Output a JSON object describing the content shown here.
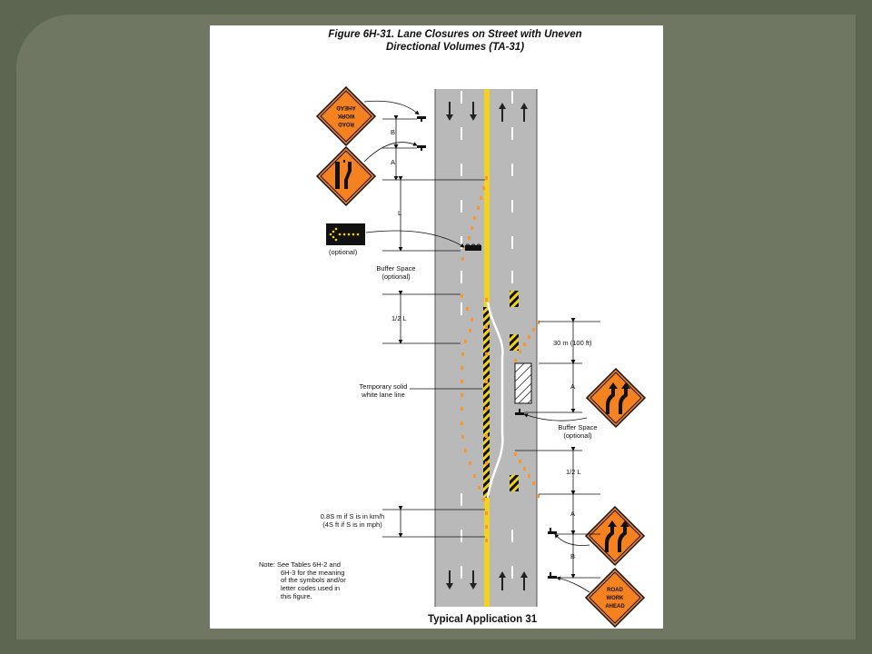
{
  "figure": {
    "title_line1": "Figure 6H-31.  Lane Closures on Street with Uneven",
    "title_line2": "Directional Volumes (TA-31)",
    "caption": "Typical Application 31"
  },
  "signs": {
    "road_work_ahead": [
      "ROAD",
      "WORK",
      "AHEAD"
    ]
  },
  "labels": {
    "optional_panel": "(optional)",
    "buffer_left_1": "Buffer Space",
    "buffer_left_2": "(optional)",
    "half_l": "1/2 L",
    "temp_line_1": "Temporary solid",
    "temp_line_2": "white lane line",
    "speed_1": "0.8S m if S is in km/h",
    "speed_2": "(4S ft if S is in mph)",
    "dim_b": "B",
    "dim_a": "A",
    "dim_l": "L",
    "dist_30m": "30 m (100 ft)",
    "buffer_right_1": "Buffer Space",
    "buffer_right_2": "(optional)"
  },
  "note": {
    "line1": "Note:  See Tables 6H-2 and",
    "line2": "6H-3 for the meaning",
    "line3": "of the symbols and/or",
    "line4": "letter codes used in",
    "line5": "this figure."
  },
  "colors": {
    "frame_dark": "#5d6650",
    "frame": "#6f7762",
    "road": "#b9b9b9",
    "yellow_line": "#f2d21b",
    "cone": "#f29a3a",
    "sign_orange": "#f58220",
    "black": "#111111"
  }
}
